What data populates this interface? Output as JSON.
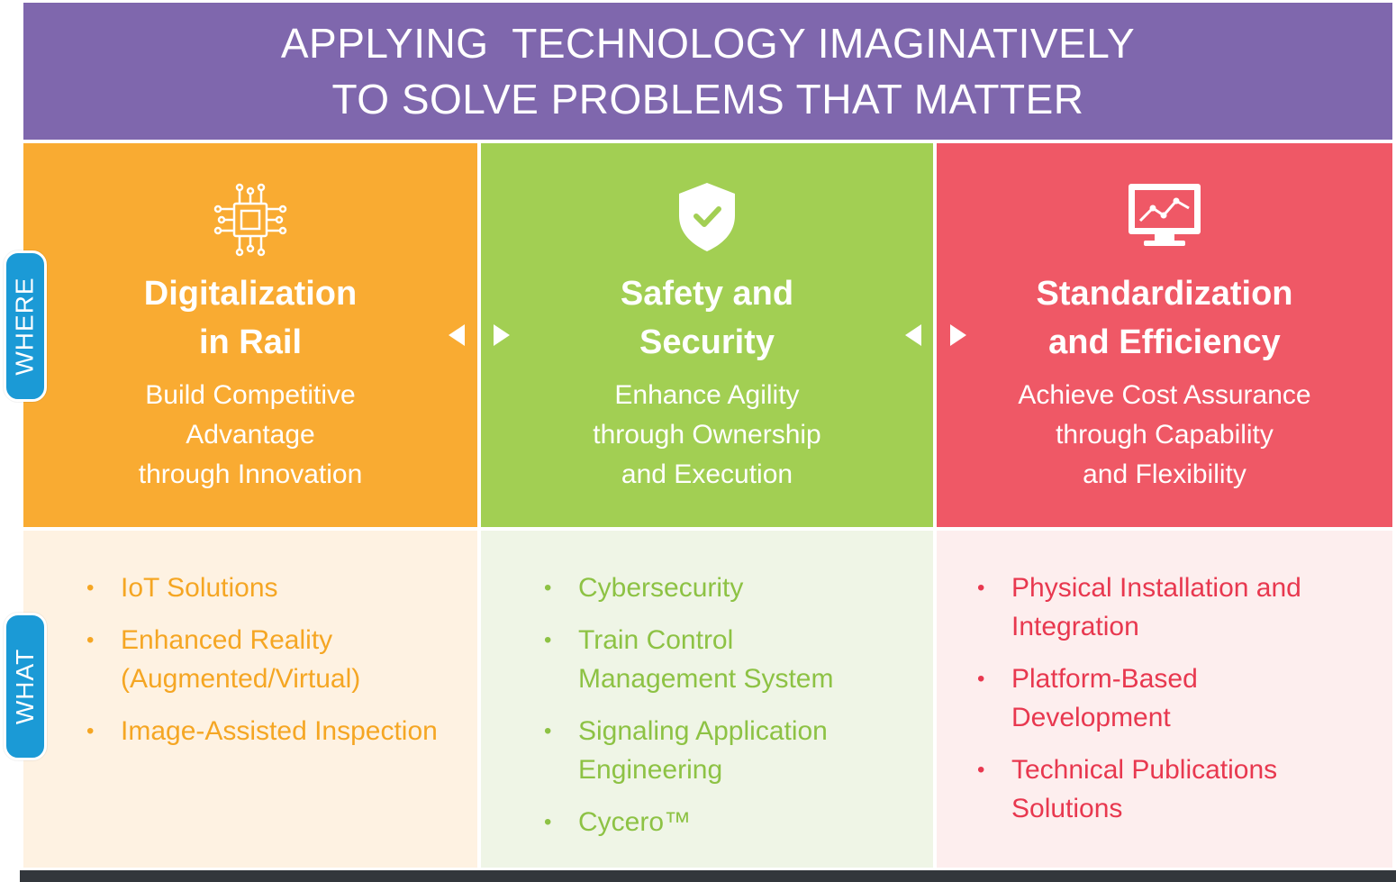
{
  "banner": {
    "line1": "APPLYING  TECHNOLOGY IMAGINATIVELY",
    "line2": "TO SOLVE PROBLEMS THAT MATTER",
    "color": "#7f67ad"
  },
  "labels": {
    "where": "WHERE",
    "what": "WHAT",
    "color": "#1b9ad6"
  },
  "columns": [
    {
      "icon": "circuit-chip-icon",
      "color": "#f9ab32",
      "title": [
        "Digitalization",
        "in Rail"
      ],
      "subtitle": [
        "Build Competitive",
        "Advantage",
        "through Innovation"
      ],
      "items": [
        "IoT Solutions",
        "Enhanced Reality (Augmented/Virtual)",
        "Image-Assisted Inspection"
      ]
    },
    {
      "icon": "shield-check-icon",
      "color": "#a2cf53",
      "title": [
        "Safety and",
        "Security"
      ],
      "subtitle": [
        "Enhance Agility",
        "through Ownership",
        "and Execution"
      ],
      "items": [
        "Cybersecurity",
        "Train Control Management System",
        "Signaling Application Engineering",
        "Cycero™"
      ]
    },
    {
      "icon": "monitor-chart-icon",
      "color": "#ef5866",
      "title": [
        "Standardization",
        "and Efficiency"
      ],
      "subtitle": [
        "Achieve Cost Assurance",
        "through Capability",
        "and Flexibility"
      ],
      "items": [
        "Physical Installation and Integration",
        "Platform-Based Development",
        "Technical Publications Solutions"
      ]
    }
  ]
}
